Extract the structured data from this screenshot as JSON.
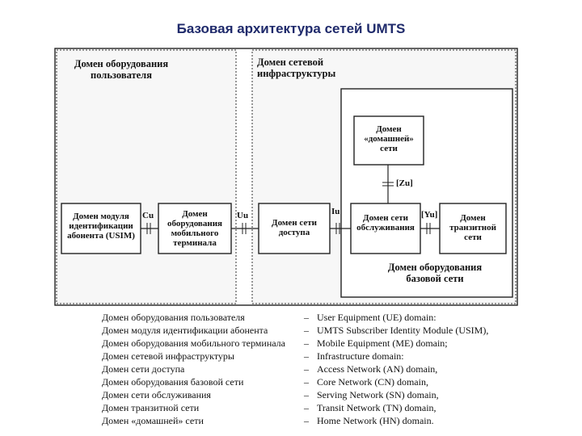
{
  "title": "Базовая архитектура сетей UMTS",
  "domains": {
    "user_equipment": "Домен оборудования пользователя",
    "infrastructure": "Домен сетевой инфраструктуры",
    "core_network": "Домен оборудования базовой сети"
  },
  "boxes": {
    "usim": "Домен модуля идентификации абонента (USIM)",
    "mobile_terminal": "Домен оборудования мобильного терминала",
    "access_network": "Домен сети доступа",
    "home_network": "Домен «домашней» сети",
    "serving_network": "Домен сети обслуживания",
    "transit_network": "Домен транзитной сети"
  },
  "interfaces": {
    "cu": "Cu",
    "uu": "Uu",
    "iu": "Iu",
    "zu": "[Zu]",
    "yu": "[Yu]"
  },
  "legend": [
    {
      "ru": "Домен оборудования пользователя",
      "dash": "–",
      "en": "User Equipment (UE) domain:"
    },
    {
      "ru": "Домен модуля идентификации абонента",
      "dash": "–",
      "en": "UMTS Subscriber Identity Module (USIM),"
    },
    {
      "ru": "Домен оборудования мобильного терминала",
      "dash": "–",
      "en": "Mobile Equipment (ME) domain;"
    },
    {
      "ru": "Домен сетевой инфраструктуры",
      "dash": "–",
      "en": "Infrastructure domain:"
    },
    {
      "ru": "Домен сети доступа",
      "dash": "–",
      "en": "Access Network (AN) domain,"
    },
    {
      "ru": "Домен оборудования базовой сети",
      "dash": "–",
      "en": "Core Network (CN) domain,"
    },
    {
      "ru": "Домен сети обслуживания",
      "dash": "–",
      "en": "Serving Network (SN) domain,"
    },
    {
      "ru": "Домен транзитной сети",
      "dash": "–",
      "en": "Transit Network (TN) domain,"
    },
    {
      "ru": "Домен «домашней» сети",
      "dash": "–",
      "en": "Home Network (HN) domain."
    }
  ]
}
